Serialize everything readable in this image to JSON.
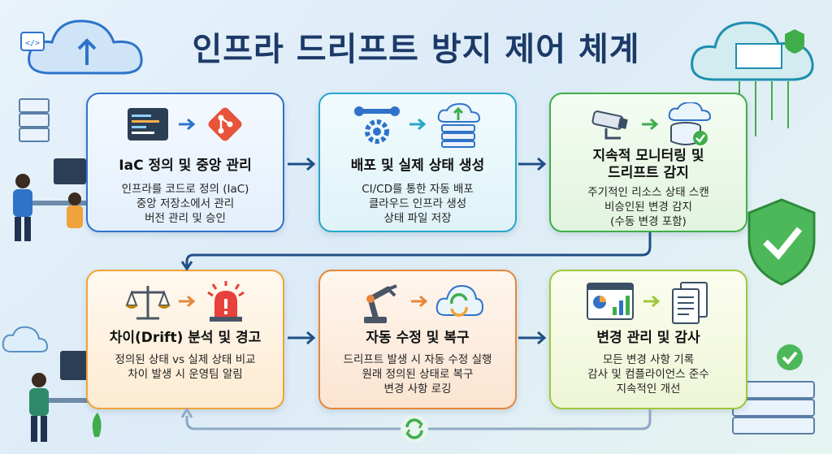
{
  "title": "인프라 드리프트 방지 제어 체계",
  "steps": [
    {
      "title": "IaC 정의 및 중앙 관리",
      "lines": [
        "인프라를 코드로 정의 (IaC)",
        "중앙 저장소에서 관리",
        "버전 관리 및 승인"
      ]
    },
    {
      "title": "배포 및 실제 상태 생성",
      "lines": [
        "CI/CD를 통한 자동 배포",
        "클라우드 인프라 생성",
        "상태 파일 저장"
      ]
    },
    {
      "title_lines": [
        "지속적 모니터링 및",
        "드리프트 감지"
      ],
      "lines": [
        "주기적인 리소스 상태 스캔",
        "비승인된 변경 감지",
        "(수동 변경 포함)"
      ]
    },
    {
      "title": "차이(Drift) 분석 및 경고",
      "lines": [
        "정의된 상태 vs 실제 상태 비교",
        "차이 발생 시 운영팀 알림"
      ]
    },
    {
      "title": "자동 수정 및 복구",
      "lines": [
        "드리프트 발생 시 자동 수정 실행",
        "원래 정의된 상태로 복구",
        "변경 사항 로깅"
      ]
    },
    {
      "title": "변경 관리 및 감사",
      "lines": [
        "모든 변경 사항 기록",
        "감사 및 컴플라이언스 준수",
        "지속적인 개선"
      ]
    }
  ],
  "colors": {
    "arrow": "#1f4f86",
    "step1": "#2e73c9",
    "step2": "#27a6c9",
    "step3": "#3fae4a",
    "step4": "#f0a33a",
    "step5": "#e5873d",
    "step6": "#9cc83a"
  },
  "icons": {
    "step1": [
      "code-editor-icon",
      "git-icon"
    ],
    "step2": [
      "pipeline-gear-icon",
      "cloud-server-upload-icon"
    ],
    "step3": [
      "cctv-camera-icon",
      "database-check-icon"
    ],
    "step4": [
      "balance-scale-icon",
      "alarm-siren-icon"
    ],
    "step5": [
      "robot-arm-icon",
      "cloud-sync-icon"
    ],
    "step6": [
      "dashboard-chart-icon",
      "documents-icon"
    ]
  }
}
